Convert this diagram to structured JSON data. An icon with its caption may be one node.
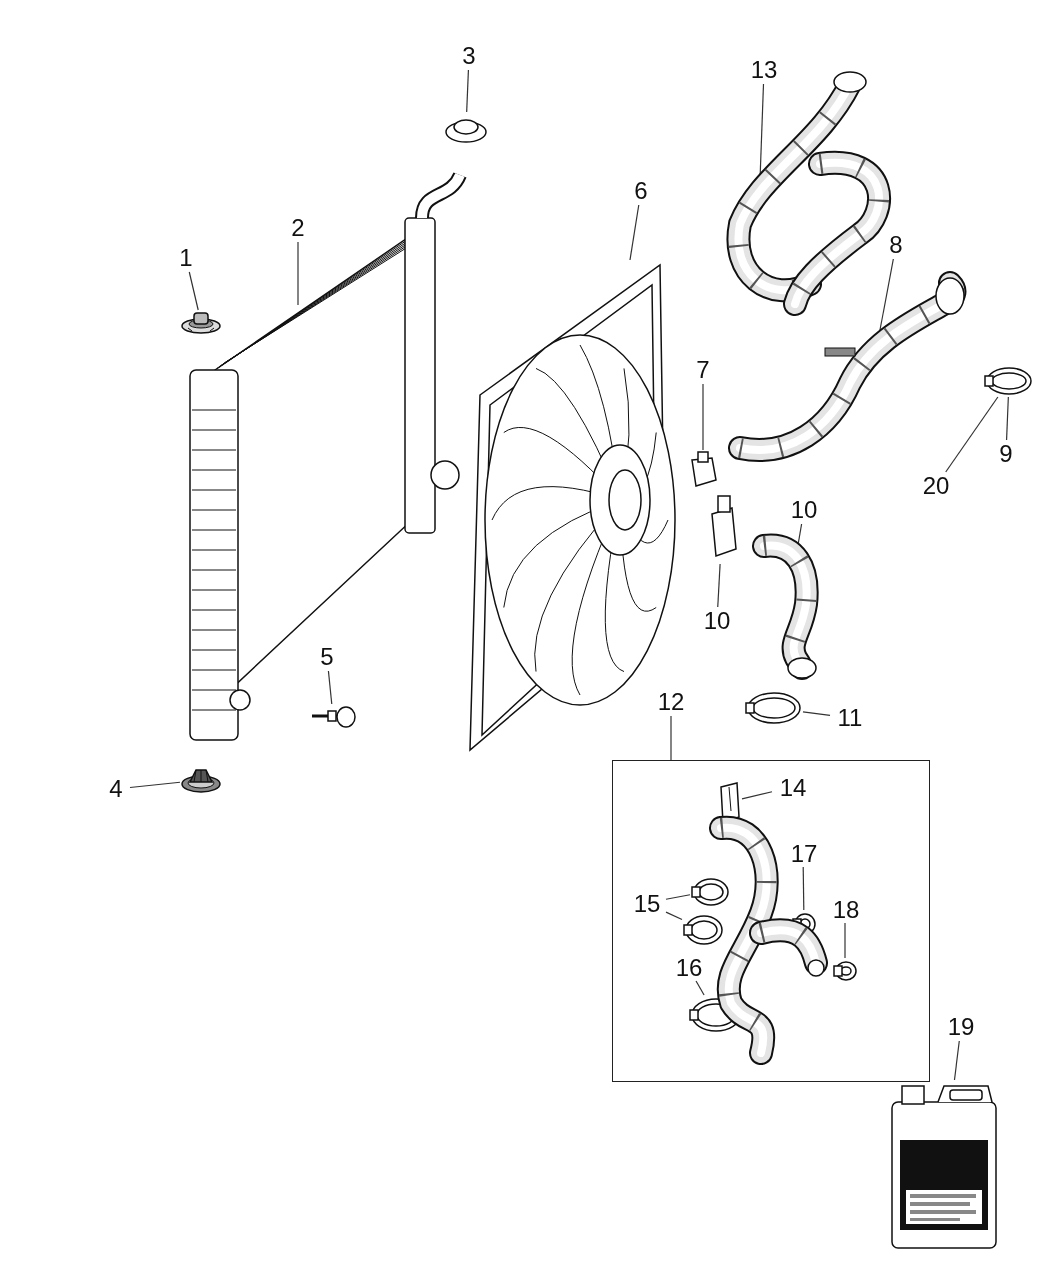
{
  "diagram": {
    "nodes": [
      {
        "text": [
          "1"
        ]
      },
      {
        "text": [],
        "shape": "picture"
      },
      {
        "text": [
          "2"
        ]
      },
      {
        "text": [],
        "shape": "picture"
      },
      {
        "text": [
          "3"
        ]
      },
      {
        "text": [],
        "shape": "picture"
      },
      {
        "text": [
          "4"
        ]
      },
      {
        "text": [],
        "shape": "picture"
      },
      {
        "text": [
          "5"
        ]
      },
      {
        "text": [],
        "shape": "picture"
      },
      {
        "text": [
          "6"
        ]
      },
      {
        "text": [],
        "shape": "picture"
      },
      {
        "text": [
          "13"
        ]
      },
      {
        "text": [],
        "shape": "picture"
      },
      {
        "text": [
          "8"
        ]
      },
      {
        "text": [],
        "shape": "picture"
      },
      {
        "text": [
          "7"
        ]
      },
      {
        "text": [],
        "shape": "picture"
      },
      {
        "text": [
          "20"
        ]
      },
      {
        "text": [
          "9"
        ]
      },
      {
        "text": [],
        "shape": "picture"
      },
      {
        "text": [
          "10"
        ]
      },
      {
        "text": [],
        "shape": "picture"
      },
      {
        "text": [
          "10"
        ]
      },
      {
        "text": [],
        "shape": "picture"
      },
      {
        "text": [
          "11"
        ]
      },
      {
        "text": [],
        "shape": "picture"
      },
      {
        "text": [
          "12"
        ]
      },
      {
        "text": [],
        "shape": "box"
      },
      {
        "text": [
          "14"
        ],
        "in": 28
      },
      {
        "text": [],
        "shape": "picture",
        "in": 28
      },
      {
        "text": [
          "15"
        ],
        "in": 28
      },
      {
        "text": [],
        "shape": "picture",
        "in": 28
      },
      {
        "text": [],
        "shape": "picture",
        "in": 28
      },
      {
        "text": [
          "16"
        ],
        "in": 28
      },
      {
        "text": [],
        "shape": "picture",
        "in": 28
      },
      {
        "text": [
          "17"
        ],
        "in": 28
      },
      {
        "text": [],
        "shape": "picture",
        "in": 28
      },
      {
        "text": [
          "18"
        ],
        "in": 28
      },
      {
        "text": [],
        "shape": "picture",
        "in": 28
      },
      {
        "text": [
          "19"
        ]
      },
      {
        "text": [],
        "shape": "picture"
      }
    ],
    "edges": [
      {
        "from": 0,
        "to": 1,
        "arrow": "none"
      },
      {
        "from": 2,
        "to": 3,
        "arrow": "none"
      },
      {
        "from": 4,
        "to": 5,
        "arrow": "none"
      },
      {
        "from": 6,
        "to": 7,
        "arrow": "none"
      },
      {
        "from": 8,
        "to": 9,
        "arrow": "none"
      },
      {
        "from": 10,
        "to": 11,
        "arrow": "none"
      },
      {
        "from": 12,
        "to": 13,
        "arrow": "none"
      },
      {
        "from": 14,
        "to": 15,
        "arrow": "none"
      },
      {
        "from": 16,
        "to": 17,
        "arrow": "none"
      },
      {
        "from": 18,
        "to": 20,
        "arrow": "none"
      },
      {
        "from": 19,
        "to": 20,
        "arrow": "none"
      },
      {
        "from": 21,
        "to": 22,
        "arrow": "none"
      },
      {
        "from": 23,
        "to": 24,
        "arrow": "none"
      },
      {
        "from": 25,
        "to": 26,
        "arrow": "none"
      },
      {
        "from": 27,
        "to": 28,
        "arrow": "none"
      },
      {
        "from": 29,
        "to": 30,
        "arrow": "none"
      },
      {
        "from": 31,
        "to": 32,
        "arrow": "none"
      },
      {
        "from": 31,
        "to": 33,
        "arrow": "none"
      },
      {
        "from": 34,
        "to": 35,
        "arrow": "none"
      },
      {
        "from": 36,
        "to": 37,
        "arrow": "none"
      },
      {
        "from": 38,
        "to": 39,
        "arrow": "none"
      },
      {
        "from": 40,
        "to": 41,
        "arrow": "none"
      }
    ]
  }
}
